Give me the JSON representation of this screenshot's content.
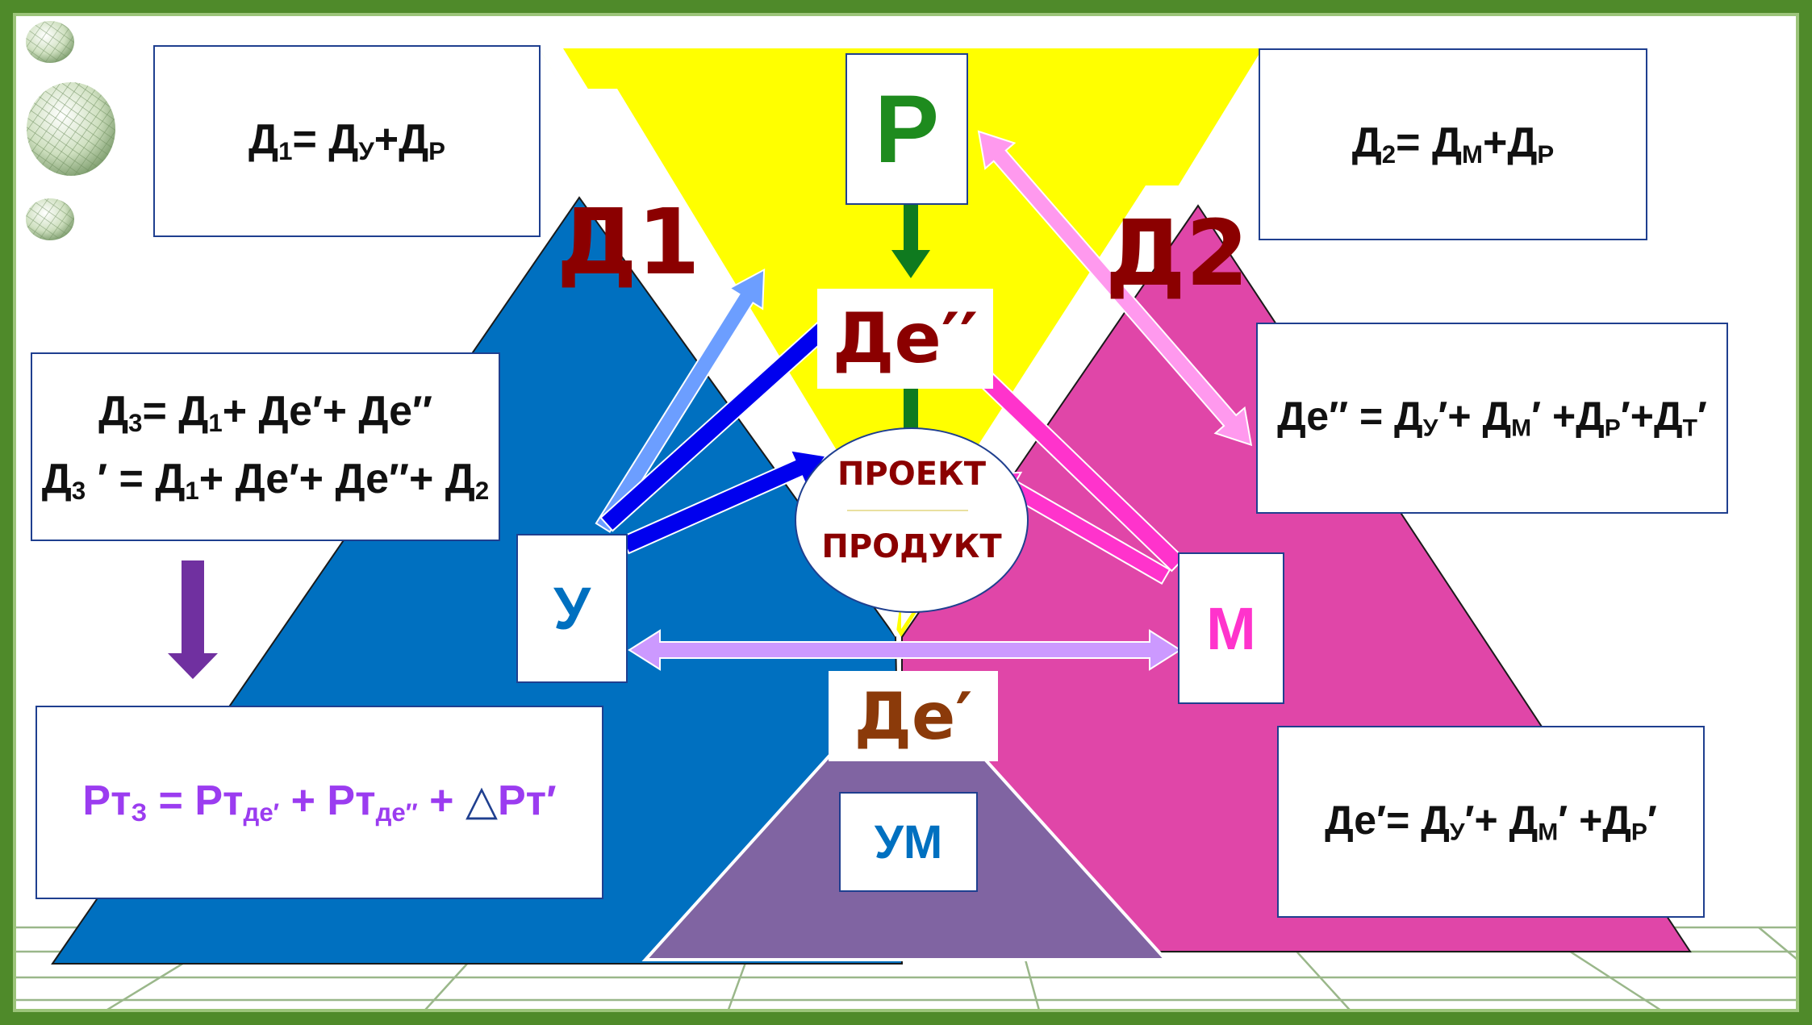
{
  "boxes": {
    "d1": {
      "main": "Д",
      "sub1": "1",
      "eq": "= Д",
      "sub2": "У",
      "plus": "+Д",
      "sub3": "Р"
    },
    "d2": {
      "main": "Д",
      "sub1": "2",
      "eq": "= Д",
      "sub2": "М",
      "plus": "+Д",
      "sub3": "Р"
    },
    "d3": {
      "line1": {
        "a": "Д",
        "a_sub": "3",
        "b": "= Д",
        "b_sub": "1",
        "c": "+ Де′+ Де′′"
      },
      "line2": {
        "a": "Д",
        "a_sub": "3",
        "b": " ′ = Д",
        "b_sub": "1",
        "c": "+ Де′+ Де′′+ Д",
        "c_sub": "2"
      }
    },
    "de2_formula": {
      "a": "Де′′ = Д",
      "a_sub": "У",
      "b": "′+ Д",
      "b_sub": "М",
      "c": "′ +Д",
      "c_sub": "Р",
      "d": "′+Д",
      "d_sub": "Т",
      "e": "′"
    },
    "de1_formula": {
      "a": "Де′= Д",
      "a_sub": "У",
      "b": "′+ Д",
      "b_sub": "М",
      "c": "′ +Д",
      "c_sub": "Р",
      "d": "′"
    },
    "rt": {
      "a": "Рт",
      "a_sub": "З",
      "b": " = Рт",
      "b_sub": "де′",
      "c": " + Рт",
      "c_sub": "де′′",
      "d": " + ",
      "delta": "△",
      "e": "Рт′"
    }
  },
  "nodes": {
    "p": "Р",
    "u": "У",
    "m": "М",
    "um": "УМ",
    "de_double": "Де′′",
    "de_single": "Де′"
  },
  "labels": {
    "d1": "Д1",
    "d2": "Д2"
  },
  "center": {
    "project": "ПРОЕКТ",
    "product": "ПРОДУКТ"
  },
  "colors": {
    "frame": "#4f8a2a",
    "yellow": "#ffff00",
    "blue": "#0070c0",
    "magenta": "#e046a8",
    "purple": "#8064a2",
    "dark_red": "#8b0000",
    "green": "#1e8b1e",
    "rt_purple": "#9b3cf0"
  }
}
